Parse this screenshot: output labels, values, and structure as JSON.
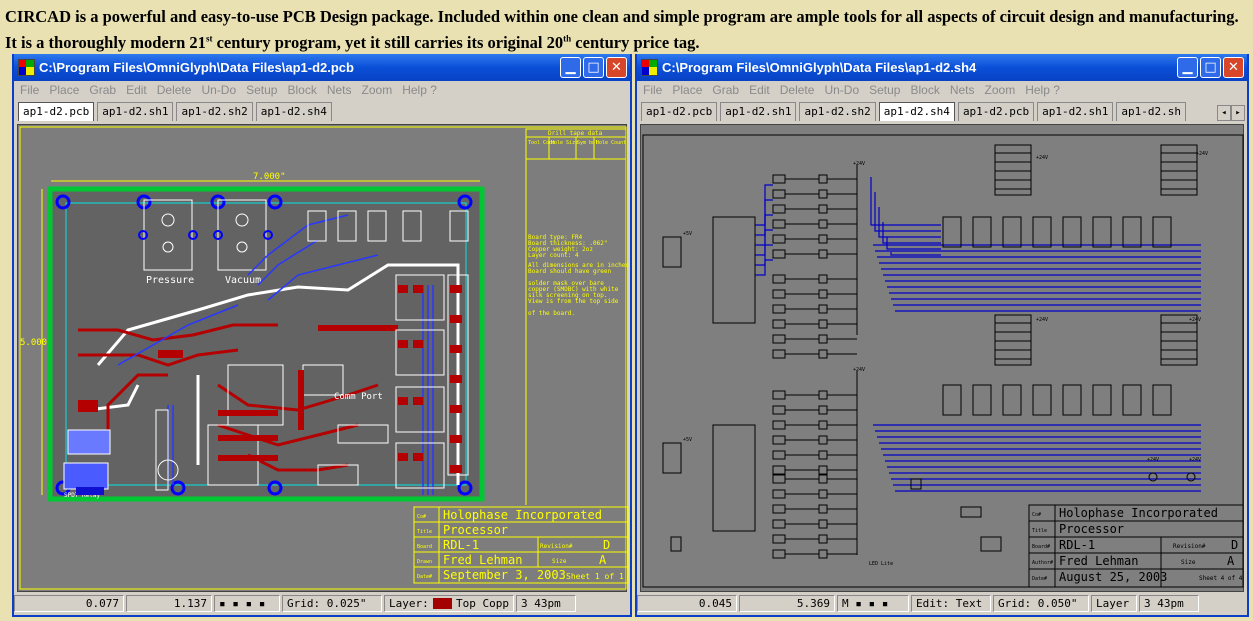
{
  "intro": {
    "part1": "CIRCAD is a powerful and easy-to-use PCB Design package. Included within one clean and simple program are ample tools for all aspects of circuit design and manufacturing. It is a thoroughly modern 21",
    "sup1": "st",
    "part2": " century program, yet it still carries its original 20",
    "sup2": "th",
    "part3": " century price tag."
  },
  "left_window": {
    "title": "C:\\Program Files\\OmniGlyph\\Data Files\\ap1-d2.pcb",
    "menu": [
      "File",
      "Place",
      "Grab",
      "Edit",
      "Delete",
      "Un-Do",
      "Setup",
      "Block",
      "Nets",
      "Zoom",
      "Help ?"
    ],
    "tabs": [
      "ap1-d2.pcb",
      "ap1-d2.sh1",
      "ap1-d2.sh2",
      "ap1-d2.sh4"
    ],
    "active_tab": 0,
    "board": {
      "width_dim": "7.000\"",
      "height_dim": "5.000\"",
      "label_pressure": "Pressure",
      "label_vacuum": "Vacuum",
      "label_comm_port": "Comm Port",
      "label_relay": "SPDT Relay"
    },
    "drill_table": {
      "title": "Drill tape data",
      "headers": [
        "Tool Code",
        "Hole Size",
        "Sym bol",
        "Hole Count"
      ]
    },
    "notes": [
      "Board type: FR4",
      "Board thickness: .062\"",
      "Copper weight: 2oz",
      "Layer count: 4",
      "All dimensions are in inches.",
      "Board should have green",
      "solder mask over bare",
      "copper (SMOBC) with white",
      "silk screening on top.",
      "View is from the top side",
      "of the board."
    ],
    "title_block": {
      "company": "Holophase Incorporated",
      "title": "Processor",
      "board": "RDL-1",
      "revision_label": "Revision#",
      "revision": "D",
      "drawn": "Fred Lehman",
      "size_label": "Size",
      "size": "A",
      "date": "September 3, 2003",
      "sheet": "Sheet 1 of 1",
      "labels": [
        "Co#",
        "Title",
        "Board",
        "Drawn",
        "Date#"
      ]
    },
    "status": {
      "x": "0.077",
      "y": "1.137",
      "mode": "▪ ▪ ▪ ▪",
      "grid": "Grid: 0.025\"",
      "layer_label": "Layer:",
      "layer_value": "Top Copp",
      "count": "3 43pm",
      "layer_color": "#a40000"
    }
  },
  "right_window": {
    "title": "C:\\Program Files\\OmniGlyph\\Data Files\\ap1-d2.sh4",
    "menu": [
      "File",
      "Place",
      "Grab",
      "Edit",
      "Delete",
      "Un-Do",
      "Setup",
      "Block",
      "Nets",
      "Zoom",
      "Help ?"
    ],
    "tabs": [
      "ap1-d2.pcb",
      "ap1-d2.sh1",
      "ap1-d2.sh2",
      "ap1-d2.sh4",
      "ap1-d2.pcb",
      "ap1-d2.sh1",
      "ap1-d2.sh"
    ],
    "active_tab": 3,
    "title_block": {
      "company": "Holophase Incorporated",
      "title": "Processor",
      "board": "RDL-1",
      "revision_label": "Revision#",
      "revision": "D",
      "author": "Fred Lehman",
      "size_label": "Size",
      "size": "A",
      "date": "August 25, 2003",
      "sheet": "Sheet 4 of 4",
      "labels": [
        "Co#",
        "Title",
        "Board#",
        "Author#",
        "Date#"
      ]
    },
    "status": {
      "x": "0.045",
      "y": "5.369",
      "mode": "M ▪ ▪ ▪",
      "edit": "Edit: Text",
      "grid": "Grid: 0.050\"",
      "layer": "Layer",
      "count": "3 43pm"
    }
  }
}
